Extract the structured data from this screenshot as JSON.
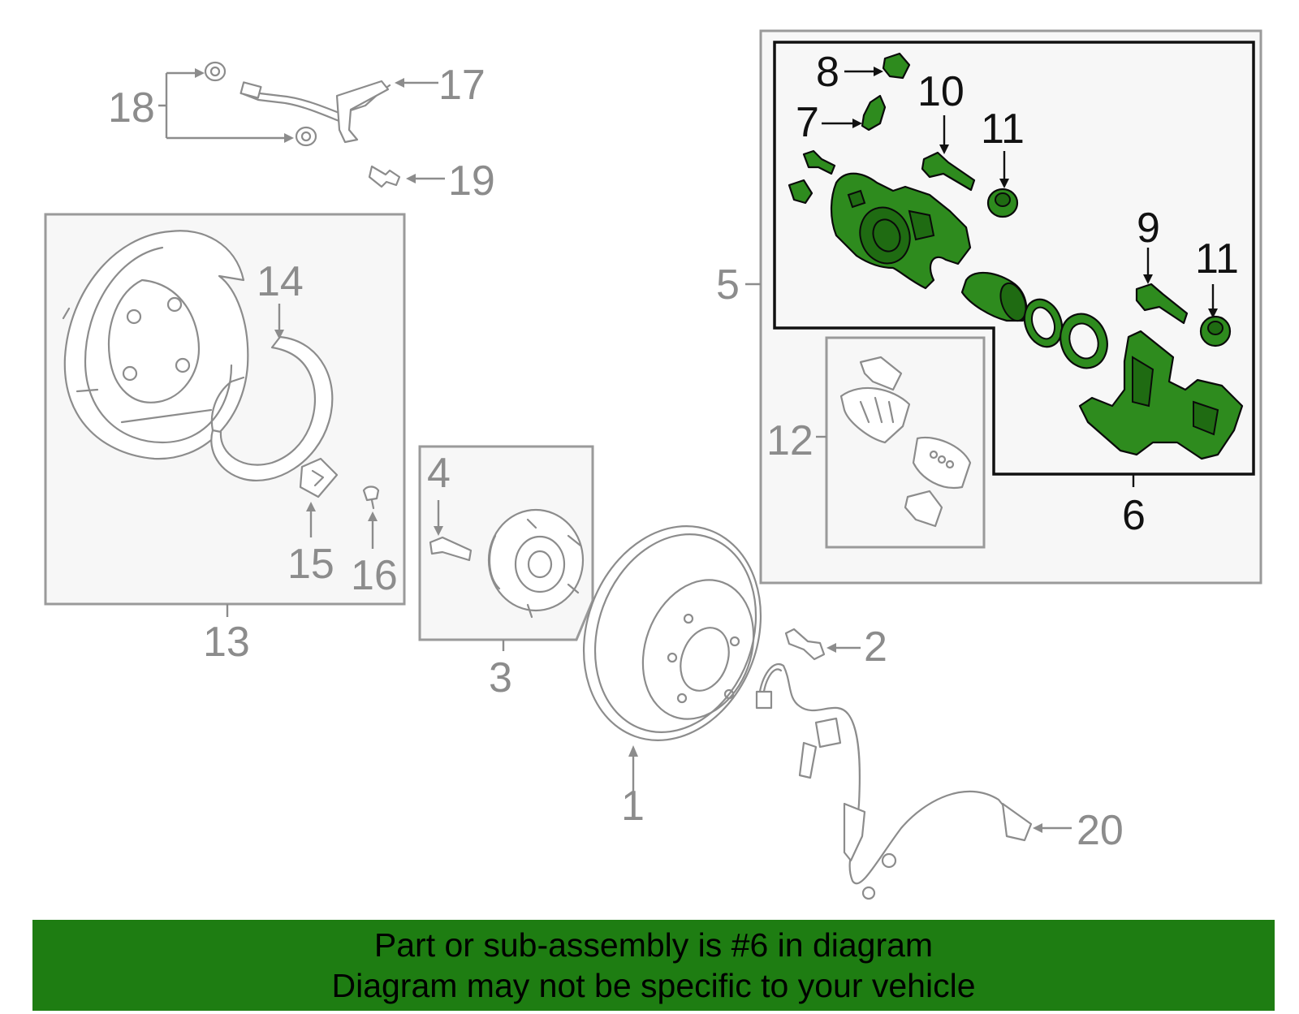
{
  "diagram": {
    "callouts": [
      {
        "id": "1",
        "text": "1"
      },
      {
        "id": "2",
        "text": "2"
      },
      {
        "id": "3",
        "text": "3"
      },
      {
        "id": "4",
        "text": "4"
      },
      {
        "id": "5",
        "text": "5"
      },
      {
        "id": "6",
        "text": "6"
      },
      {
        "id": "7",
        "text": "7"
      },
      {
        "id": "8",
        "text": "8"
      },
      {
        "id": "9",
        "text": "9"
      },
      {
        "id": "10",
        "text": "10"
      },
      {
        "id": "11a",
        "text": "11"
      },
      {
        "id": "11b",
        "text": "11"
      },
      {
        "id": "12",
        "text": "12"
      },
      {
        "id": "13",
        "text": "13"
      },
      {
        "id": "14",
        "text": "14"
      },
      {
        "id": "15",
        "text": "15"
      },
      {
        "id": "16",
        "text": "16"
      },
      {
        "id": "17",
        "text": "17"
      },
      {
        "id": "18",
        "text": "18"
      },
      {
        "id": "19",
        "text": "19"
      },
      {
        "id": "20",
        "text": "20"
      }
    ],
    "highlight_color": "#2e8b1e"
  },
  "banner": {
    "line1": "Part or sub-assembly is #6 in diagram",
    "line2": "Diagram may not be specific to your vehicle",
    "color": "#1e7d12"
  }
}
